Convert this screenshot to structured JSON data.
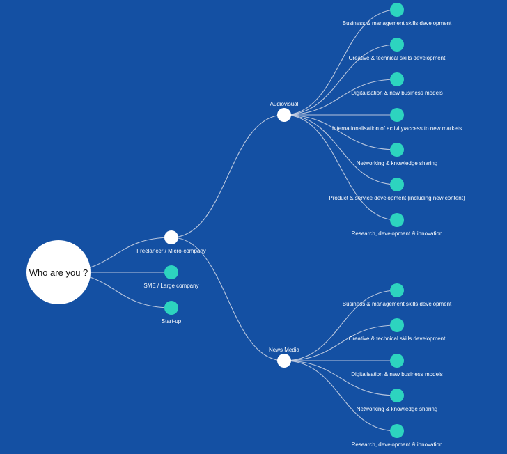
{
  "colors": {
    "background": "#1450a3",
    "expanded_node": "#ffffff",
    "leaf_node": "#2dd4bf",
    "link": "#c9d2e3"
  },
  "tree": {
    "label": "Who are you ?",
    "children": [
      {
        "label": "Freelancer / Micro-company",
        "children": [
          {
            "label": "Audiovisual",
            "children": [
              {
                "label": "Business & management skills development"
              },
              {
                "label": "Creative & technical skills development"
              },
              {
                "label": "Digitalisation & new business models"
              },
              {
                "label": "Internationalisation of activity/access to new markets"
              },
              {
                "label": "Networking & knowledge sharing"
              },
              {
                "label": "Product & service development (including new content)"
              },
              {
                "label": "Research, development & innovation"
              }
            ]
          },
          {
            "label": "News Media",
            "children": [
              {
                "label": "Business & management skills development"
              },
              {
                "label": "Creative & technical skills development"
              },
              {
                "label": "Digitalisation & new business models"
              },
              {
                "label": "Networking & knowledge sharing"
              },
              {
                "label": "Research, development & innovation"
              }
            ]
          }
        ]
      },
      {
        "label": "SME / Large company"
      },
      {
        "label": "Start-up"
      }
    ]
  }
}
